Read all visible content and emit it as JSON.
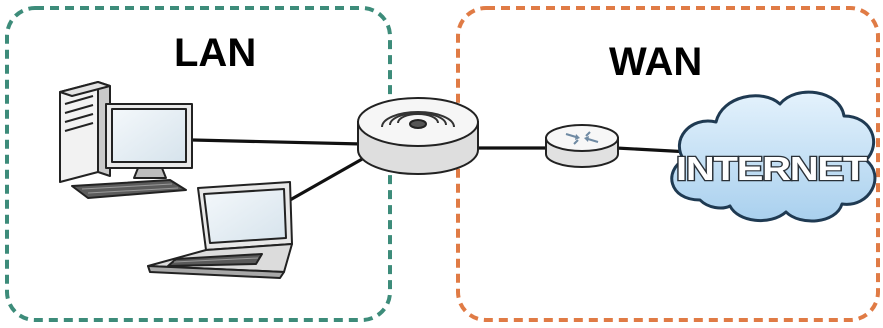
{
  "zones": {
    "lan": {
      "label": "LAN",
      "border_color": "#3d8c7a"
    },
    "wan": {
      "label": "WAN",
      "border_color": "#e07b45"
    }
  },
  "cloud": {
    "label": "INTERNET",
    "fill_color": "#cfe6f8"
  },
  "devices": [
    {
      "name": "desktop-computer-icon",
      "zone": "LAN"
    },
    {
      "name": "laptop-icon",
      "zone": "LAN"
    },
    {
      "name": "wireless-access-point-icon",
      "zone": "LAN/WAN boundary"
    },
    {
      "name": "router-icon",
      "zone": "WAN"
    },
    {
      "name": "internet-cloud-icon",
      "zone": "WAN"
    }
  ],
  "connections": [
    [
      "desktop-computer-icon",
      "wireless-access-point-icon"
    ],
    [
      "laptop-icon",
      "wireless-access-point-icon"
    ],
    [
      "wireless-access-point-icon",
      "router-icon"
    ],
    [
      "router-icon",
      "internet-cloud-icon"
    ]
  ]
}
